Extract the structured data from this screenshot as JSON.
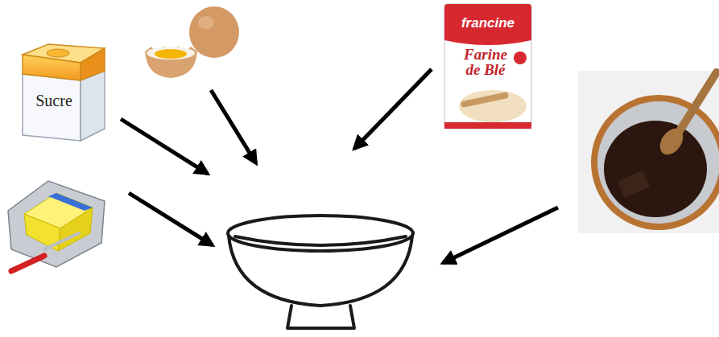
{
  "diagram": {
    "labels": [
      "Sucre",
      "francine",
      "Farine de Blé"
    ]
  }
}
